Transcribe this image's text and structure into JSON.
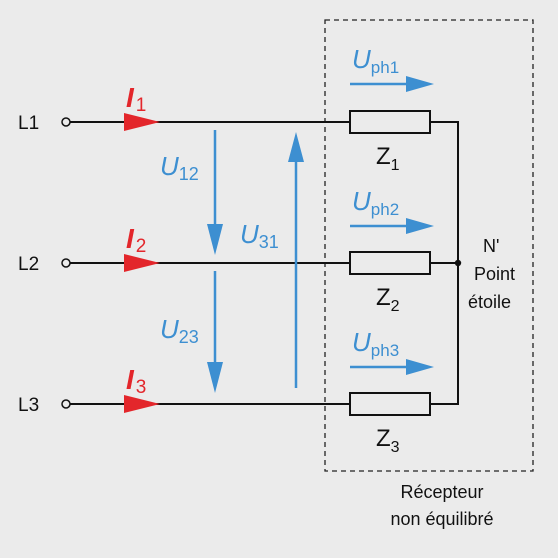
{
  "colors": {
    "background": "#ebebeb",
    "wire": "#111111",
    "current": "#e3262b",
    "voltage": "#3d8fd1",
    "box": "#222222"
  },
  "lines": [
    {
      "label": "L1",
      "current": {
        "symbol": "I",
        "sub": "1"
      },
      "impedance": {
        "symbol": "Z",
        "sub": "1"
      },
      "phase_voltage": {
        "symbol": "U",
        "sub": "ph1"
      }
    },
    {
      "label": "L2",
      "current": {
        "symbol": "I",
        "sub": "2"
      },
      "impedance": {
        "symbol": "Z",
        "sub": "2"
      },
      "phase_voltage": {
        "symbol": "U",
        "sub": "ph2"
      }
    },
    {
      "label": "L3",
      "current": {
        "symbol": "I",
        "sub": "3"
      },
      "impedance": {
        "symbol": "Z",
        "sub": "3"
      },
      "phase_voltage": {
        "symbol": "U",
        "sub": "ph3"
      }
    }
  ],
  "line_voltages": {
    "u12": {
      "symbol": "U",
      "sub": "12"
    },
    "u23": {
      "symbol": "U",
      "sub": "23"
    },
    "u31": {
      "symbol": "U",
      "sub": "31"
    }
  },
  "star_point": {
    "name": "N'",
    "label_line1": "Point",
    "label_line2": "étoile"
  },
  "receiver": {
    "label_line1": "Récepteur",
    "label_line2": "non équilibré"
  }
}
